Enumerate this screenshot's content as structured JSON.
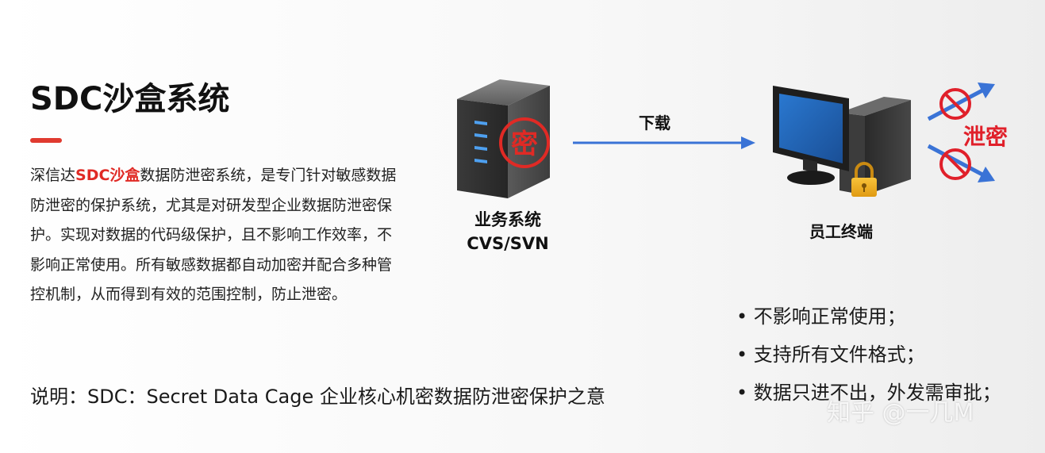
{
  "title": "SDC沙盒系统",
  "description": {
    "prefix": "深信达",
    "highlight": "SDC沙盒",
    "body": "数据防泄密系统，是专门针对敏感数据防泄密的保护系统，尤其是对研发型企业数据防泄密保护。实现对数据的代码级保护，且不影响工作效率，不影响正常使用。所有敏感数据都自动加密并配合多种管控机制，从而得到有效的范围控制，防止泄密。"
  },
  "note": "说明：SDC：Secret Data Cage 企业核心机密数据防泄密保护之意",
  "diagram": {
    "server_stamp": "密",
    "server_label_line1": "业务系统",
    "server_label_line2": "CVS/SVN",
    "arrow_label": "下载",
    "terminal_label": "员工终端",
    "leak_label": "泄密"
  },
  "bullets": [
    "不影响正常使用；",
    "支持所有文件格式；",
    "数据只进不出，外发需审批；"
  ],
  "watermark": "知乎 @一几M",
  "colors": {
    "accent_red": "#e02a25",
    "arrow_blue": "#3a73d6",
    "screen_blue": "#1f5fb0"
  }
}
